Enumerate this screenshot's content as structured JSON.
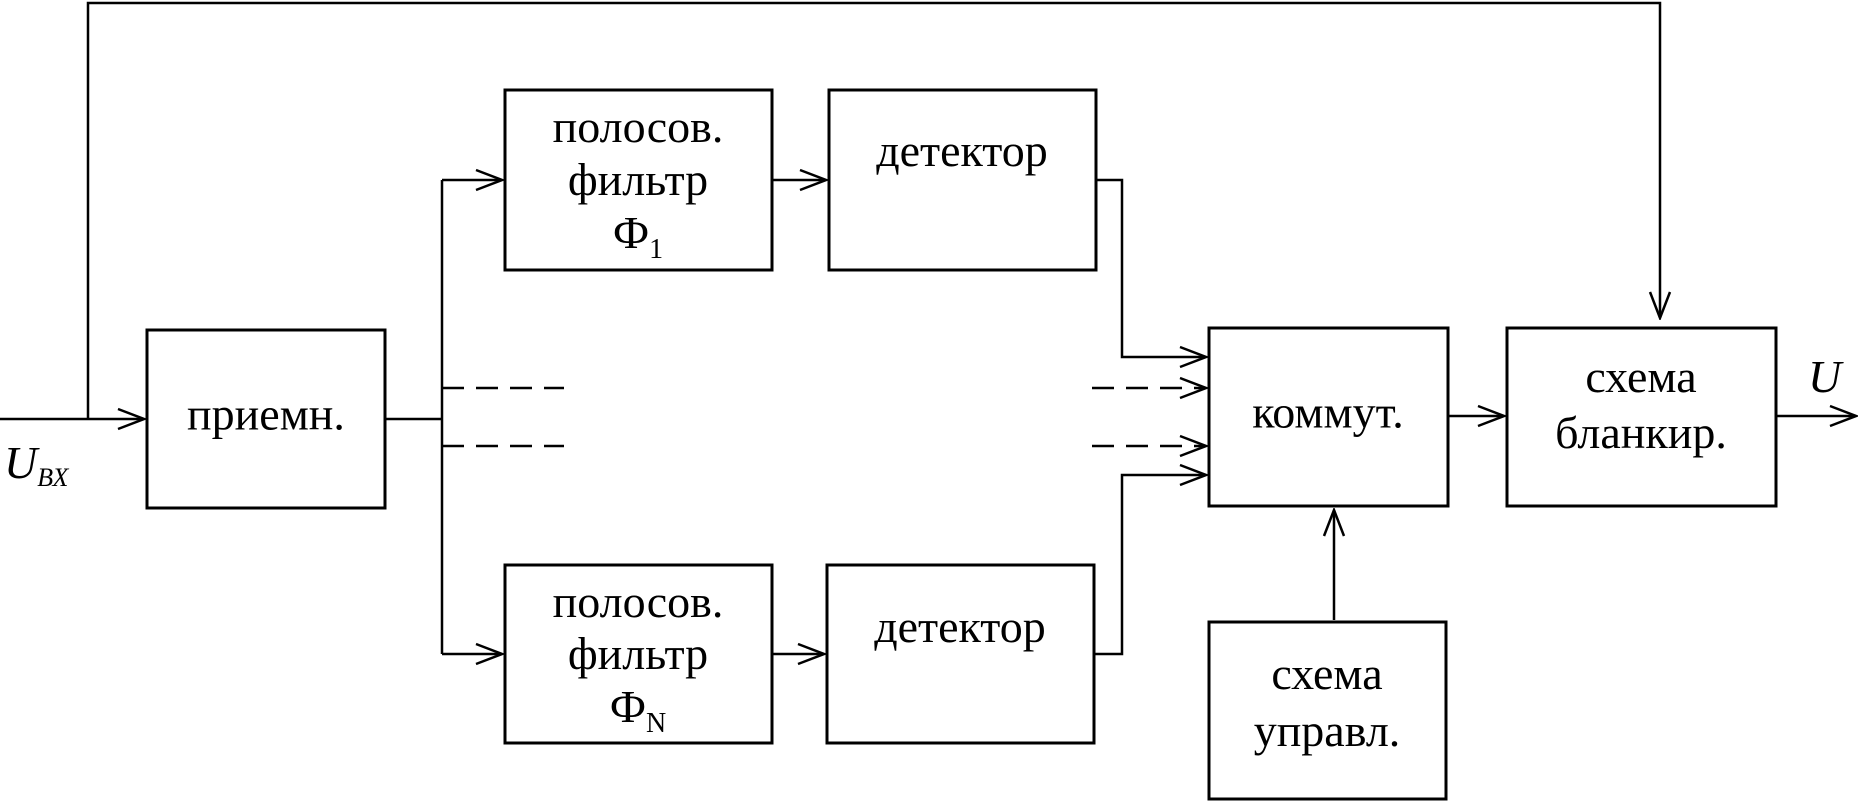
{
  "blocks": {
    "receiver": "приемн.",
    "filter_1": {
      "line1": "полосов.",
      "line2": "фильтр",
      "symbol": "Ф",
      "subscript": "1"
    },
    "filter_n": {
      "line1": "полосов.",
      "line2": "фильтр",
      "symbol": "Ф",
      "subscript": "N"
    },
    "detector_1": "детектор",
    "detector_n": "детектор",
    "commutator": "коммут.",
    "blanking": {
      "line1": "схема",
      "line2": "бланкир."
    },
    "control": {
      "line1": "схема",
      "line2": "управл."
    }
  },
  "signals": {
    "input": {
      "symbol": "U",
      "subscript": "ВХ"
    },
    "output": {
      "symbol": "U"
    }
  }
}
